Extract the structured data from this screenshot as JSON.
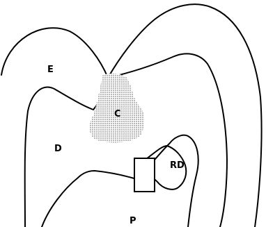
{
  "diagram": {
    "labels": {
      "enamel": "E",
      "dentin": "D",
      "caries": "C",
      "reparative_dentin": "RD",
      "pulp": "P"
    }
  }
}
